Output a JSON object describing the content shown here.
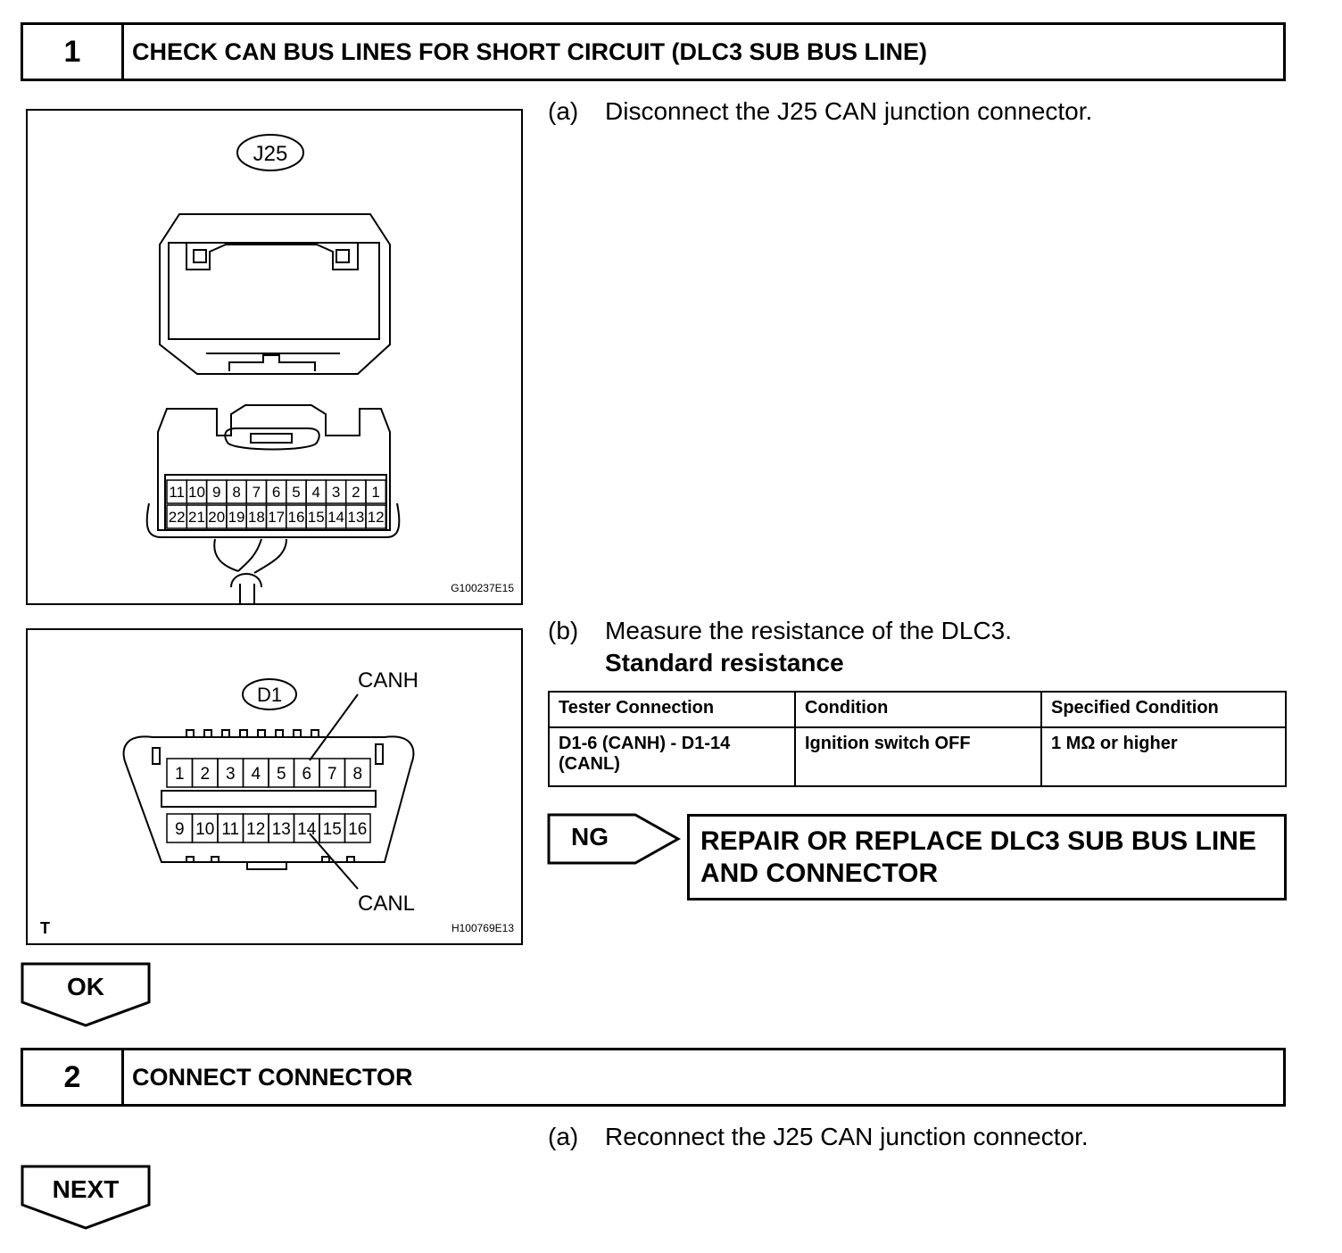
{
  "step1": {
    "number": "1",
    "title": "CHECK CAN BUS LINES FOR SHORT CIRCUIT (DLC3 SUB BUS LINE)",
    "instruction_a": {
      "label": "(a)",
      "text": "Disconnect the J25 CAN junction connector."
    },
    "instruction_b": {
      "label": "(b)",
      "text": "Measure the resistance of the DLC3."
    },
    "standard_heading": "Standard resistance",
    "figure1": {
      "connector_label": "J25",
      "code": "G100237E15",
      "pins_top": [
        "11",
        "10",
        "9",
        "8",
        "7",
        "6",
        "5",
        "4",
        "3",
        "2",
        "1"
      ],
      "pins_bottom": [
        "22",
        "21",
        "20",
        "19",
        "18",
        "17",
        "16",
        "15",
        "14",
        "13",
        "12"
      ]
    },
    "figure2": {
      "connector_label": "D1",
      "code": "H100769E13",
      "corner_mark": "T",
      "canh_label": "CANH",
      "canl_label": "CANL",
      "pins_top": [
        "1",
        "2",
        "3",
        "4",
        "5",
        "6",
        "7",
        "8"
      ],
      "pins_bottom": [
        "9",
        "10",
        "11",
        "12",
        "13",
        "14",
        "15",
        "16"
      ]
    },
    "table": {
      "headers": [
        "Tester Connection",
        "Condition",
        "Specified Condition"
      ],
      "rows": [
        [
          "D1-6 (CANH) - D1-14 (CANL)",
          "Ignition switch OFF",
          "1 MΩ or higher"
        ]
      ]
    },
    "ng": {
      "label": "NG",
      "line1": "REPAIR OR REPLACE DLC3 SUB BUS LINE",
      "line2": "AND CONNECTOR"
    },
    "ok_label": "OK"
  },
  "step2": {
    "number": "2",
    "title": "CONNECT CONNECTOR",
    "instruction_a": {
      "label": "(a)",
      "text": "Reconnect the J25 CAN junction connector."
    },
    "next_label": "NEXT"
  }
}
